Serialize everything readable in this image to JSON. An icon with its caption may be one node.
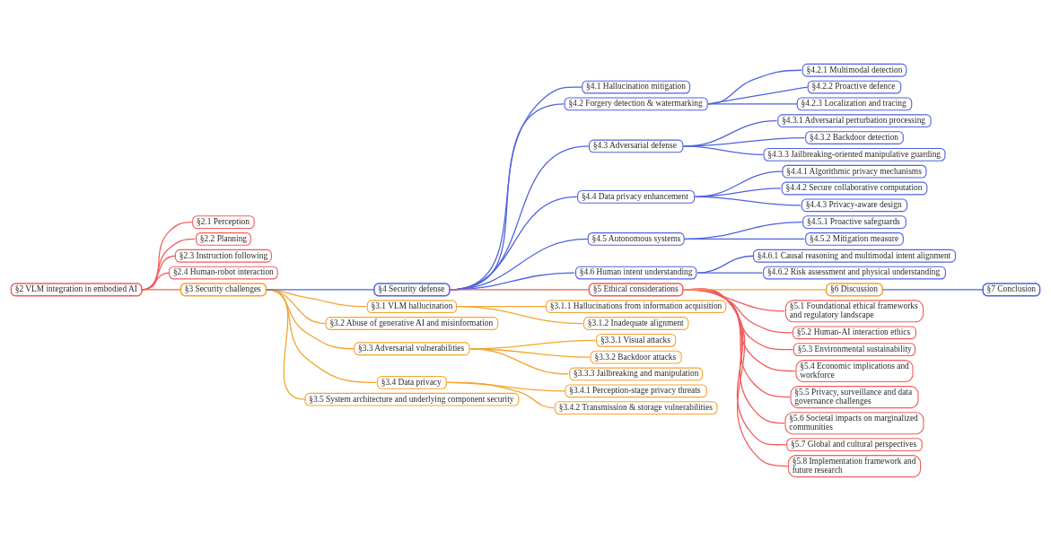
{
  "diagram": {
    "nodes": [
      {
        "text": [
          "§2 VLM integration in embodied AI"
        ]
      },
      {
        "text": [
          "§2.1 Perception"
        ]
      },
      {
        "text": [
          "§2.2 Planning"
        ]
      },
      {
        "text": [
          "§2.3 Instruction following"
        ]
      },
      {
        "text": [
          "§2.4 Human-robot interaction"
        ]
      },
      {
        "text": [
          "§3 Security challenges"
        ]
      },
      {
        "text": [
          "§3.1 VLM hallucination"
        ]
      },
      {
        "text": [
          "§3.1.1 Hallucinations from information acquisition"
        ]
      },
      {
        "text": [
          "§3.1.2 Inadequate alignment"
        ]
      },
      {
        "text": [
          "§3.2 Abuse of generative AI and misinformation"
        ]
      },
      {
        "text": [
          "§3.3 Adversarial vulnerabilities"
        ]
      },
      {
        "text": [
          "§3.3.1 Visual attacks"
        ]
      },
      {
        "text": [
          "§3.3.2 Backdoor attacks"
        ]
      },
      {
        "text": [
          "§3.3.3 Jailbreaking and manipulation"
        ]
      },
      {
        "text": [
          "§3.4 Data privacy"
        ]
      },
      {
        "text": [
          "§3.4.1 Perception-stage privacy threats"
        ]
      },
      {
        "text": [
          "§3.4.2 Transmission & storage vulnerabilities"
        ]
      },
      {
        "text": [
          "§3.5 System architecture and underlying component security"
        ]
      },
      {
        "text": [
          "§4 Security defense"
        ]
      },
      {
        "text": [
          "§4.1 Hallucination mitigation"
        ]
      },
      {
        "text": [
          "§4.2 Forgery detection & watermarking"
        ]
      },
      {
        "text": [
          "§4.2.1 Multimodal detection"
        ]
      },
      {
        "text": [
          "§4.2.2 Proactive defence"
        ]
      },
      {
        "text": [
          "§4.2.3 Localization and tracing"
        ]
      },
      {
        "text": [
          "§4.3 Adversarial defense"
        ]
      },
      {
        "text": [
          "§4.3.1 Adversarial perturbation processing"
        ]
      },
      {
        "text": [
          "§4.3.2 Backdoor detection"
        ]
      },
      {
        "text": [
          "§4.3.3 Jailbreaking-oriented manipulative guarding"
        ]
      },
      {
        "text": [
          "§4.4 Data privacy enhancement"
        ]
      },
      {
        "text": [
          "§4.4.1 Algorithmic privacy mechanisms"
        ]
      },
      {
        "text": [
          "§4.4.2 Secure collaborative computation"
        ]
      },
      {
        "text": [
          "§4.4.3 Privacy-aware design"
        ]
      },
      {
        "text": [
          "§4.5 Autonomous systems"
        ]
      },
      {
        "text": [
          "§4.5.1 Proactive safeguards"
        ]
      },
      {
        "text": [
          "§4.5.2 Mitigation measure"
        ]
      },
      {
        "text": [
          "§4.6 Human intent understanding"
        ]
      },
      {
        "text": [
          "§4.6.1 Causal reasoning and multimodal intent alignment"
        ]
      },
      {
        "text": [
          "§4.6.2 Risk assessment and physical understanding"
        ]
      },
      {
        "text": [
          "§5 Ethical considerations"
        ]
      },
      {
        "text": [
          "§5.1 Foundational ethical frameworks and regulatory landscape"
        ]
      },
      {
        "text": [
          "§5.2 Human-AI interaction ethics"
        ]
      },
      {
        "text": [
          "§5.3 Environmental sustainability"
        ]
      },
      {
        "text": [
          "§5.4 Economic implications and workforce"
        ]
      },
      {
        "text": [
          "§5.5 Privacy, surveillance and data governance challenges"
        ]
      },
      {
        "text": [
          "§5.6 Societal impacts on marginalized communities"
        ]
      },
      {
        "text": [
          "§5.7 Global and cultural perspectives"
        ]
      },
      {
        "text": [
          "§5.8 Implementation framework and future research"
        ]
      },
      {
        "text": [
          "§6 Discussion"
        ]
      },
      {
        "text": [
          "§7 Conclusion"
        ]
      }
    ],
    "edges": [
      {
        "from": 0,
        "to": 1,
        "arrow": "none",
        "color": "#f05c5c"
      },
      {
        "from": 0,
        "to": 2,
        "arrow": "none",
        "color": "#f05c5c"
      },
      {
        "from": 0,
        "to": 3,
        "arrow": "none",
        "color": "#f05c5c"
      },
      {
        "from": 0,
        "to": 4,
        "arrow": "none",
        "color": "#f05c5c"
      },
      {
        "from": 0,
        "to": 5,
        "arrow": "none",
        "color": "#f26b3a"
      },
      {
        "from": 5,
        "to": 18,
        "arrow": "none"
      },
      {
        "from": 5,
        "to": 6,
        "arrow": "none",
        "color": "#f3a42f"
      },
      {
        "from": 6,
        "to": 7,
        "arrow": "none",
        "color": "#f3a42f"
      },
      {
        "from": 6,
        "to": 8,
        "arrow": "none",
        "color": "#f3a42f"
      },
      {
        "from": 5,
        "to": 9,
        "arrow": "none",
        "color": "#f3a42f"
      },
      {
        "from": 5,
        "to": 10,
        "arrow": "none",
        "color": "#f3a42f"
      },
      {
        "from": 10,
        "to": 11,
        "arrow": "none",
        "color": "#f3a42f"
      },
      {
        "from": 10,
        "to": 12,
        "arrow": "none",
        "color": "#f3a42f"
      },
      {
        "from": 10,
        "to": 13,
        "arrow": "none",
        "color": "#f3a42f"
      },
      {
        "from": 5,
        "to": 14,
        "arrow": "none",
        "color": "#f3a42f"
      },
      {
        "from": 14,
        "to": 15,
        "arrow": "none",
        "color": "#f3a42f"
      },
      {
        "from": 14,
        "to": 16,
        "arrow": "none",
        "color": "#f3a42f"
      },
      {
        "from": 5,
        "to": 17,
        "arrow": "none",
        "color": "#f3a42f"
      },
      {
        "from": 18,
        "to": 19,
        "arrow": "none"
      },
      {
        "from": 18,
        "to": 20,
        "arrow": "none"
      },
      {
        "from": 20,
        "to": 21,
        "arrow": "none"
      },
      {
        "from": 20,
        "to": 22,
        "arrow": "none"
      },
      {
        "from": 20,
        "to": 23,
        "arrow": "none"
      },
      {
        "from": 18,
        "to": 24,
        "arrow": "none"
      },
      {
        "from": 24,
        "to": 25,
        "arrow": "none"
      },
      {
        "from": 24,
        "to": 26,
        "arrow": "none"
      },
      {
        "from": 24,
        "to": 27,
        "arrow": "none"
      },
      {
        "from": 18,
        "to": 28,
        "arrow": "none"
      },
      {
        "from": 28,
        "to": 29,
        "arrow": "none"
      },
      {
        "from": 28,
        "to": 30,
        "arrow": "none"
      },
      {
        "from": 28,
        "to": 31,
        "arrow": "none"
      },
      {
        "from": 18,
        "to": 32,
        "arrow": "none"
      },
      {
        "from": 32,
        "to": 33,
        "arrow": "none"
      },
      {
        "from": 32,
        "to": 34,
        "arrow": "none"
      },
      {
        "from": 18,
        "to": 35,
        "arrow": "none"
      },
      {
        "from": 35,
        "to": 36,
        "arrow": "none"
      },
      {
        "from": 35,
        "to": 37,
        "arrow": "none"
      },
      {
        "from": 18,
        "to": 38,
        "arrow": "none",
        "color": "#f05c5c"
      },
      {
        "from": 38,
        "to": 47,
        "arrow": "none",
        "color": "#f3a42f"
      },
      {
        "from": 47,
        "to": 48,
        "arrow": "none"
      },
      {
        "from": 38,
        "to": 39,
        "arrow": "none",
        "color": "#f05c5c"
      },
      {
        "from": 38,
        "to": 40,
        "arrow": "none",
        "color": "#f05c5c"
      },
      {
        "from": 38,
        "to": 41,
        "arrow": "none",
        "color": "#f05c5c"
      },
      {
        "from": 38,
        "to": 42,
        "arrow": "none",
        "color": "#f05c5c"
      },
      {
        "from": 38,
        "to": 43,
        "arrow": "none",
        "color": "#f05c5c"
      },
      {
        "from": 38,
        "to": 44,
        "arrow": "none",
        "color": "#f05c5c"
      },
      {
        "from": 38,
        "to": 45,
        "arrow": "none",
        "color": "#f05c5c"
      },
      {
        "from": 38,
        "to": 46,
        "arrow": "none",
        "color": "#f05c5c"
      }
    ]
  }
}
